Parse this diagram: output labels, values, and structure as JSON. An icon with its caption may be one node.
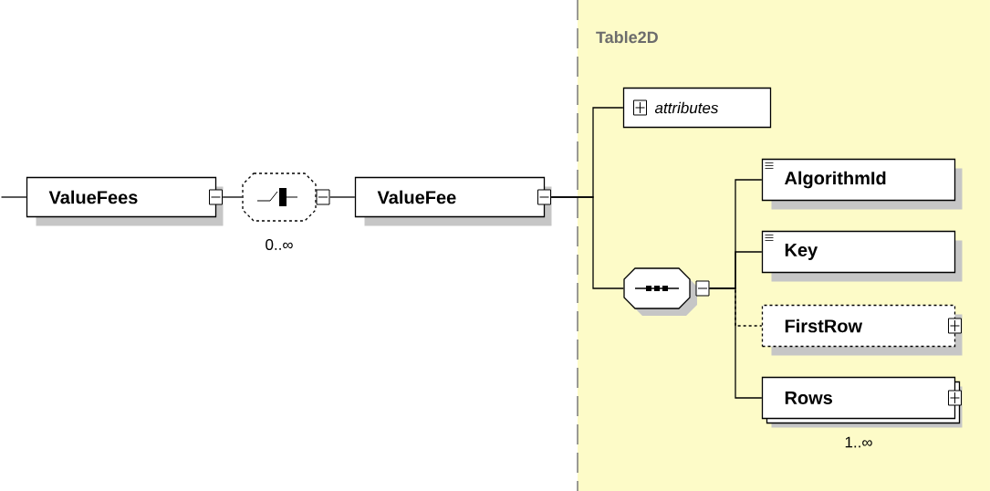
{
  "diagram": {
    "nodes": [
      {
        "text": [
          "ValueFees"
        ]
      },
      {
        "text": [],
        "shape": "octagon",
        "beside": [
          "0..∞"
        ]
      },
      {
        "text": [
          "ValueFee"
        ]
      },
      {
        "text": [
          "Table2D"
        ]
      },
      {
        "text": [
          "attributes"
        ],
        "in": 3
      },
      {
        "text": [],
        "shape": "octagon",
        "in": 3
      },
      {
        "text": [
          "AlgorithmId"
        ],
        "in": 3
      },
      {
        "text": [
          "Key"
        ],
        "in": 3
      },
      {
        "text": [
          "FirstRow"
        ],
        "in": 3
      },
      {
        "text": [
          "Rows"
        ],
        "in": 3,
        "beside": [
          "1..∞"
        ]
      }
    ],
    "edges": [
      {
        "from": null,
        "to": 0,
        "arrow": "none"
      },
      {
        "from": 0,
        "to": 1,
        "arrow": "none"
      },
      {
        "from": 1,
        "to": 2,
        "arrow": "none"
      },
      {
        "from": 2,
        "to": 4,
        "arrow": "none"
      },
      {
        "from": 2,
        "to": 5,
        "arrow": "none"
      },
      {
        "from": 5,
        "to": 6,
        "arrow": "none"
      },
      {
        "from": 5,
        "to": 7,
        "arrow": "none"
      },
      {
        "from": 5,
        "to": 8,
        "arrow": "none",
        "style": "dashed"
      },
      {
        "from": 5,
        "to": 9,
        "arrow": "none"
      }
    ]
  }
}
